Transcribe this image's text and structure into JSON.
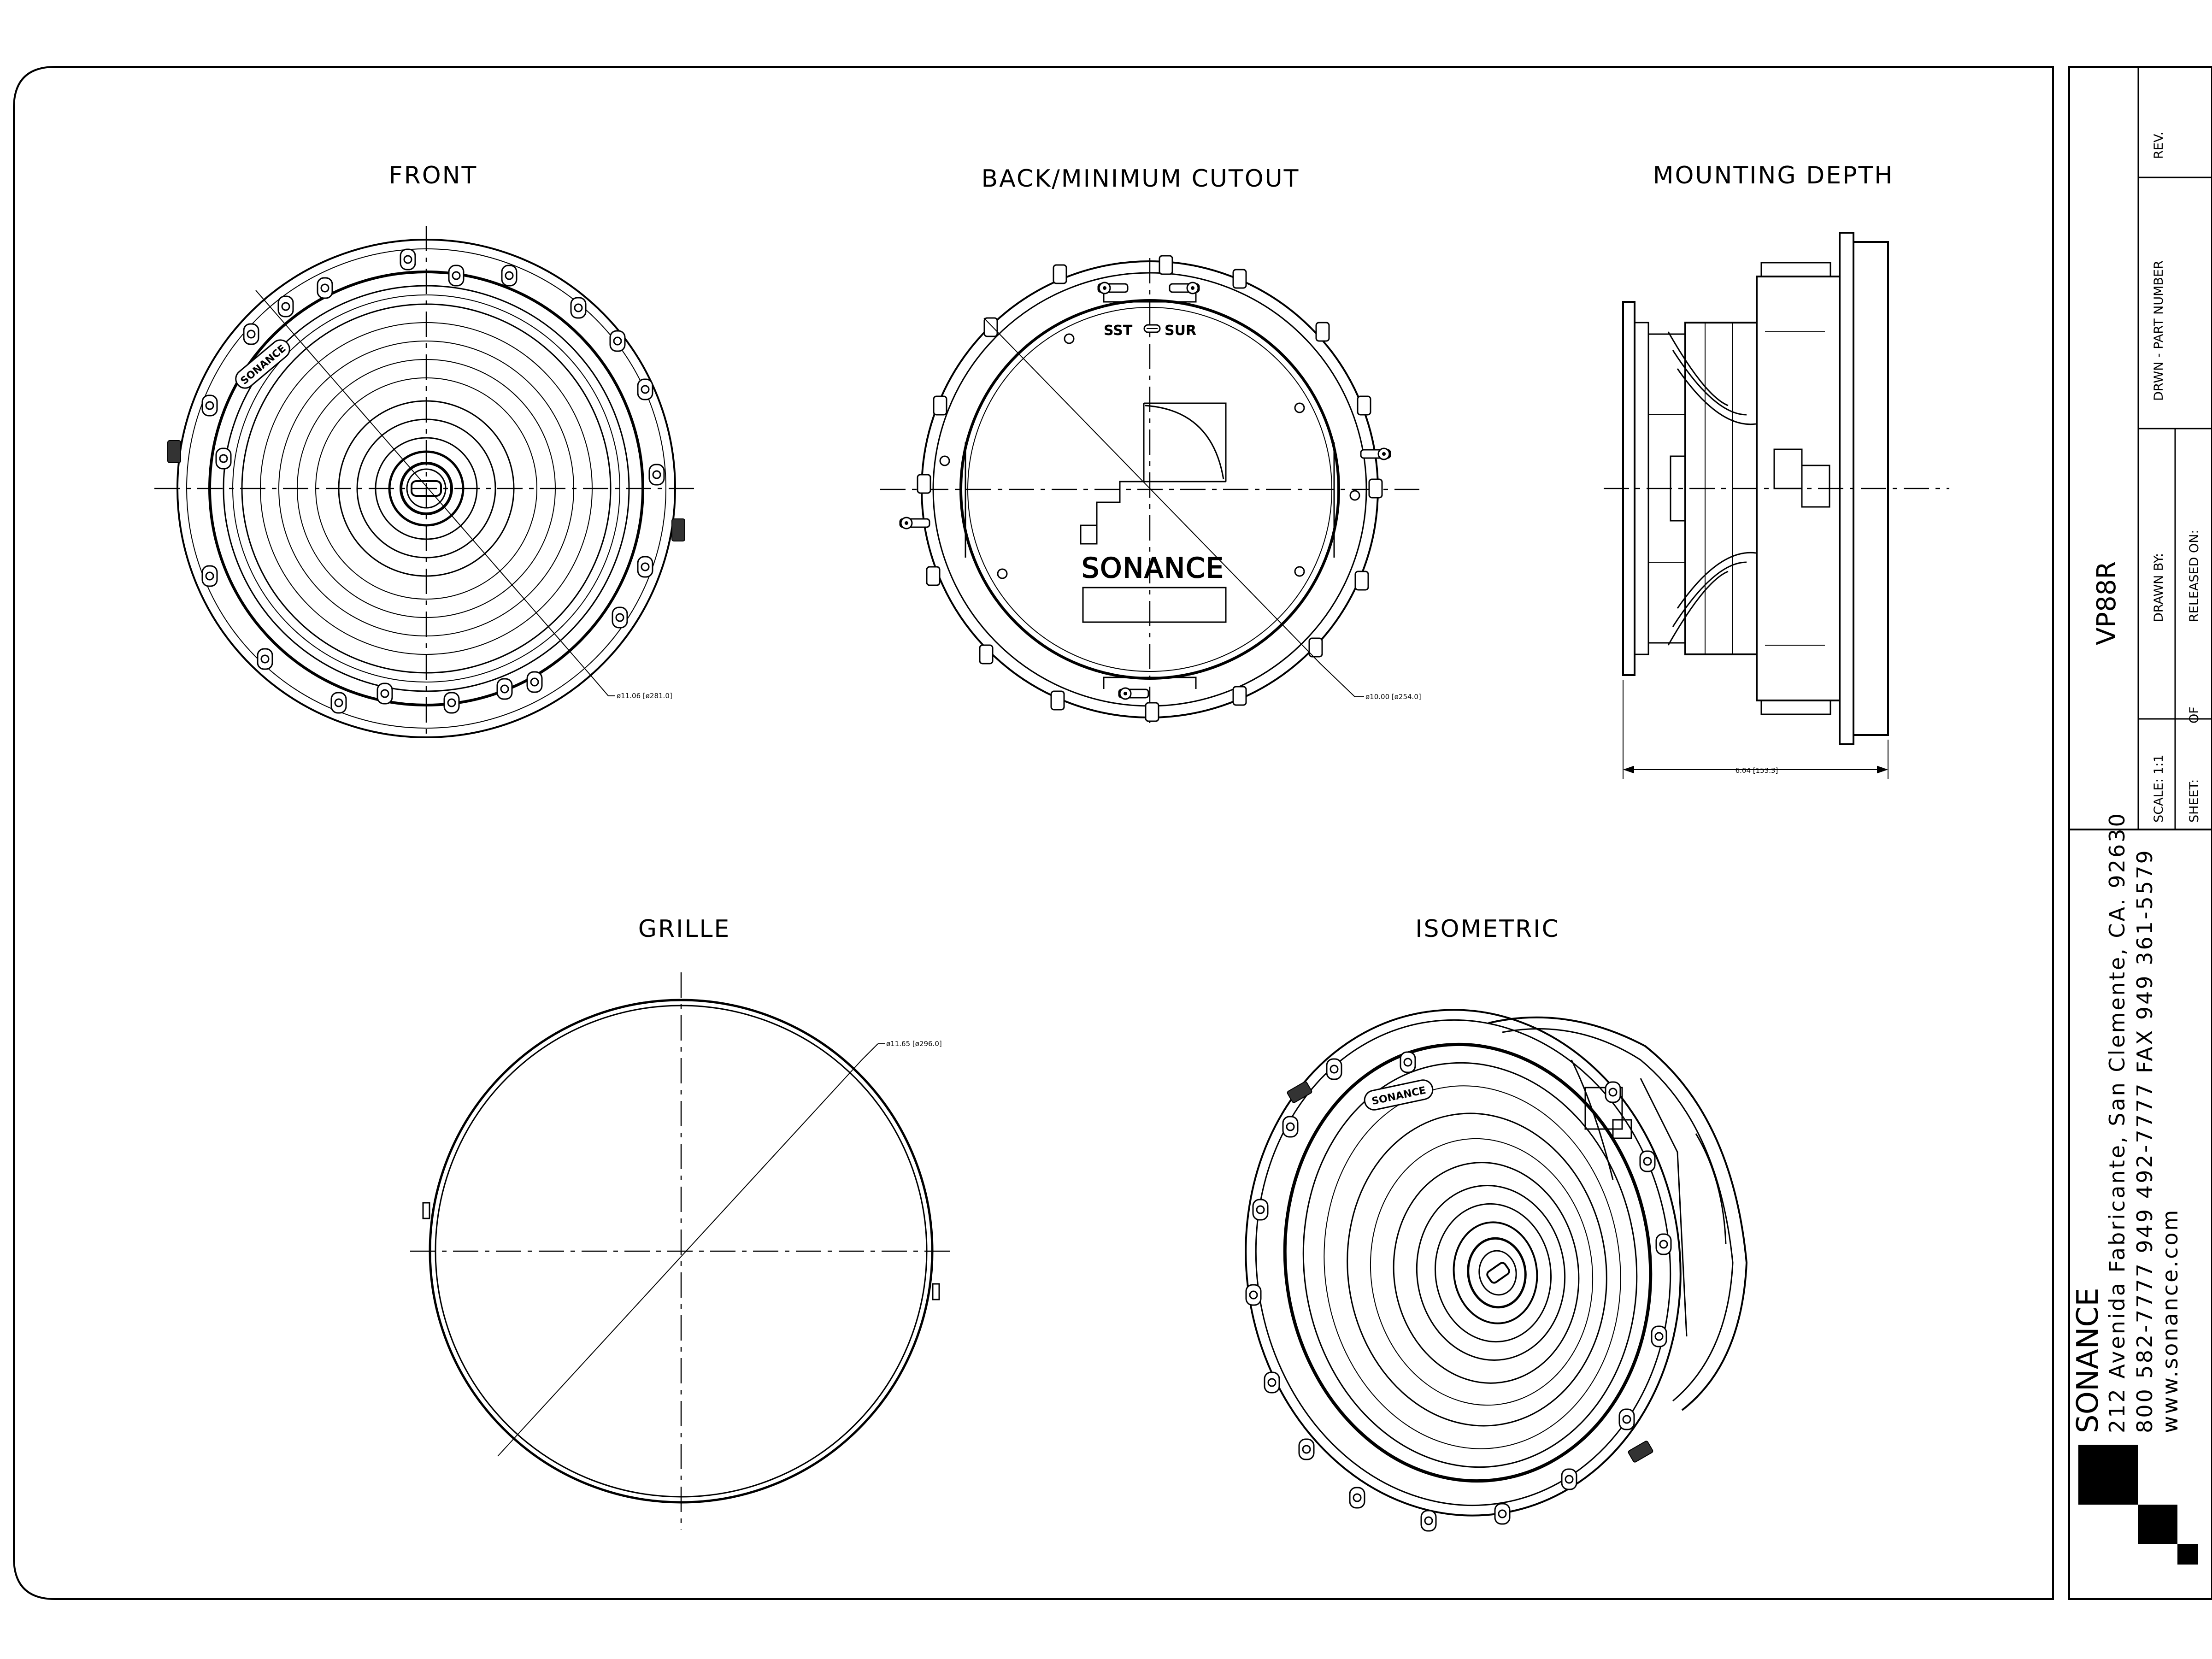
{
  "views": {
    "front": {
      "title": "FRONT",
      "dimension": "ø11.06 [ø281.0]",
      "logo": "SONANCE"
    },
    "back": {
      "title": "BACK/MINIMUM CUTOUT",
      "dimension": "ø10.00 [ø254.0]",
      "switch_left": "SST",
      "switch_right": "SUR",
      "logo": "SONANCE"
    },
    "depth": {
      "title": "MOUNTING DEPTH",
      "dimension": "6.04 [153.3]"
    },
    "grille": {
      "title": "GRILLE",
      "dimension": "ø11.65 [ø296.0]"
    },
    "isometric": {
      "title": "ISOMETRIC",
      "logo": "SONANCE"
    }
  },
  "title_block": {
    "rev_label": "REV.",
    "part_number_label": "DRWN - PART NUMBER",
    "part_number": "VP88R",
    "drawn_by_label": "DRAWN BY:",
    "released_on_label": "RELEASED ON:",
    "scale_label": "SCALE: 1:1",
    "of_label": "OF",
    "sheet_label": "SHEET:",
    "company": "SONANCE",
    "address": "212 Avenida Fabricante, San Clemente, CA. 92630",
    "phone": "800 582-7777 949 492-7777   FAX 949 361-5579",
    "website": "www.sonance.com"
  }
}
